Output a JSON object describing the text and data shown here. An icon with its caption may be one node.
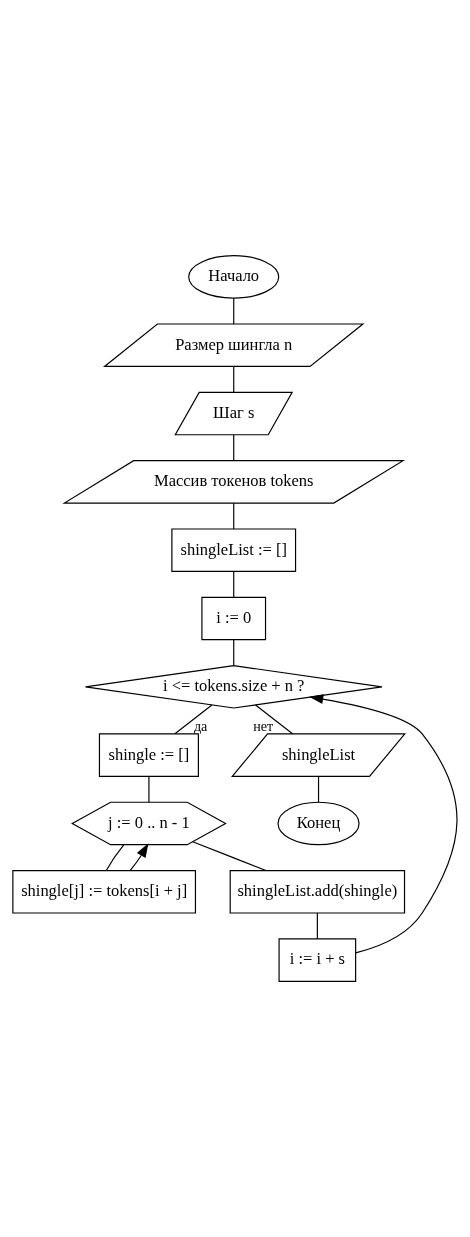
{
  "diagram": {
    "nodes": [
      {
        "text": [
          "Начало"
        ]
      },
      {
        "text": [
          "Размер шингла n"
        ]
      },
      {
        "text": [
          "Шаг s"
        ]
      },
      {
        "text": [
          "Массив токенов tokens"
        ]
      },
      {
        "text": [
          "shingleList := []"
        ]
      },
      {
        "text": [
          "i := 0"
        ]
      },
      {
        "text": [
          "i <= tokens.size + n ?"
        ]
      },
      {
        "text": [
          "shingle := []"
        ]
      },
      {
        "text": [
          "j := 0 .. n - 1"
        ]
      },
      {
        "text": [
          "shingle[j] := tokens[i + j]"
        ]
      },
      {
        "text": [
          "shingleList.add(shingle)"
        ]
      },
      {
        "text": [
          "i := i + s"
        ]
      },
      {
        "text": [
          "shingleList"
        ]
      },
      {
        "text": [
          "Конец"
        ]
      }
    ],
    "edges": [
      {
        "from": 0,
        "to": 1,
        "arrow": "none"
      },
      {
        "from": 1,
        "to": 2,
        "arrow": "none"
      },
      {
        "from": 2,
        "to": 3,
        "arrow": "none"
      },
      {
        "from": 3,
        "to": 4,
        "arrow": "none"
      },
      {
        "from": 4,
        "to": 5,
        "arrow": "none"
      },
      {
        "from": 5,
        "to": 6,
        "arrow": "none"
      },
      {
        "from": 6,
        "to": 7,
        "arrow": "none",
        "label": "да"
      },
      {
        "from": 7,
        "to": 8,
        "arrow": "none"
      },
      {
        "from": 8,
        "to": 9,
        "arrow": "none"
      },
      {
        "from": 9,
        "to": 8,
        "arrow": "to"
      },
      {
        "from": 8,
        "to": 10,
        "arrow": "none"
      },
      {
        "from": 10,
        "to": 11,
        "arrow": "none"
      },
      {
        "from": 11,
        "to": 6,
        "arrow": "to"
      },
      {
        "from": 6,
        "to": 12,
        "arrow": "none",
        "label": "нет"
      },
      {
        "from": 12,
        "to": 13,
        "arrow": "none"
      }
    ]
  }
}
